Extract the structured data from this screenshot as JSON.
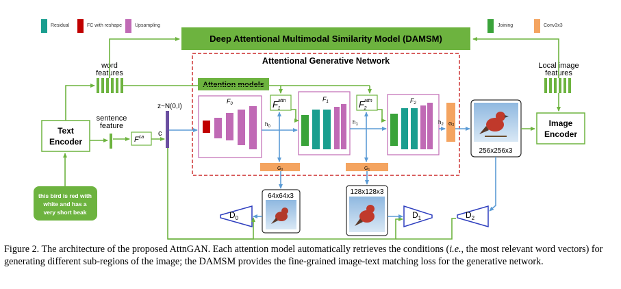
{
  "legend_left": [
    {
      "label": "Residual",
      "color": "#1a9e8f"
    },
    {
      "label": "FC with reshape",
      "color": "#c00000"
    },
    {
      "label": "Upsampling",
      "color": "#c06ab5"
    }
  ],
  "legend_right": [
    {
      "label": "Joining",
      "color": "#3aa33a"
    },
    {
      "label": "Conv3x3",
      "color": "#f4a460"
    }
  ],
  "damsm": {
    "label": "Deep Attentional Multimodal Similarity Model (DAMSM)"
  },
  "agn": {
    "label": "Attentional Generative Network"
  },
  "attention_models": {
    "label": "Attention models"
  },
  "word_features": {
    "line1": "word",
    "line2": "features"
  },
  "sentence_feature": {
    "line1": "sentence",
    "line2": "feature"
  },
  "local_image_features": {
    "line1": "Local image",
    "line2": "features"
  },
  "text_encoder": {
    "line1": "Text",
    "line2": "Encoder"
  },
  "image_encoder": {
    "line1": "Image",
    "line2": "Encoder"
  },
  "input_text": {
    "line1": "this bird is red with",
    "line2": "white and has a",
    "line3": "very short beak"
  },
  "noise": {
    "label": "z~N(0,I)"
  },
  "fca": {
    "main": "F",
    "sup": "ca"
  },
  "c_label": "c",
  "F0": {
    "main": "F",
    "sub": "0"
  },
  "F1": {
    "main": "F",
    "sub": "1"
  },
  "F2": {
    "main": "F",
    "sub": "2"
  },
  "F1attn": {
    "main": "F",
    "sup": "attn",
    "sub": "1"
  },
  "F2attn": {
    "main": "F",
    "sup": "attn",
    "sub": "2"
  },
  "h0": {
    "main": "h",
    "sub": "0"
  },
  "h1": {
    "main": "h",
    "sub": "1"
  },
  "h2": {
    "main": "h",
    "sub": "2"
  },
  "G0": {
    "main": "G",
    "sub": "0"
  },
  "G1": {
    "main": "G",
    "sub": "1"
  },
  "G2": {
    "main": "G",
    "sub": "2"
  },
  "D0": {
    "main": "D",
    "sub": "0"
  },
  "D1": {
    "main": "D",
    "sub": "1"
  },
  "D2": {
    "main": "D",
    "sub": "2"
  },
  "img64": {
    "label": "64x64x3"
  },
  "img128": {
    "label": "128x128x3"
  },
  "img256": {
    "label": "256x256x3"
  },
  "caption": {
    "p1": "Figure 2. The architecture of the proposed AttnGAN. Each attention model automatically retrieves the conditions (",
    "ie": "i.e.",
    "p2": ", the most relevant word vectors) for generating different sub-regions of the image; the DAMSM provides the fine-grained image-text matching loss for the generative network."
  },
  "colors": {
    "green": "#6db33f",
    "orange": "#f4a460",
    "teal": "#1a9e8f",
    "purple": "#c06ab5",
    "red": "#c00000",
    "join": "#3aa33a",
    "arrow": "#5b9bd5",
    "dashed": "#c00000",
    "disc_blue": "#2f3fbf"
  }
}
